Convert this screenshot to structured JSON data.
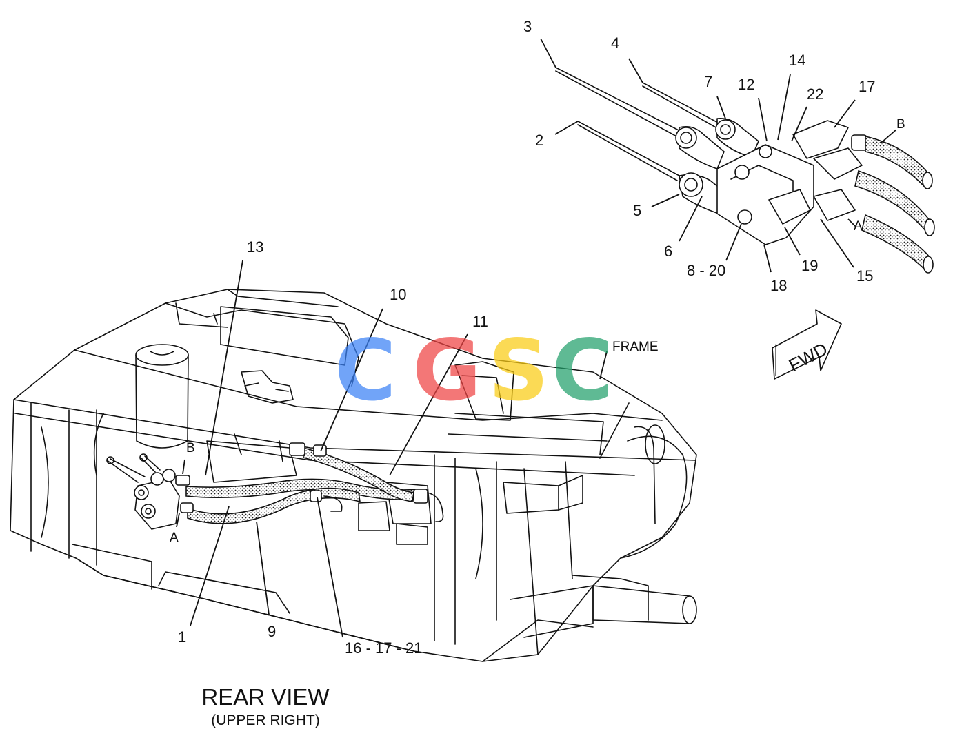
{
  "callouts": {
    "c1": "1",
    "c2": "2",
    "c3": "3",
    "c4": "4",
    "c5": "5",
    "c6": "6",
    "c7": "7",
    "c8_20": "8 - 20",
    "c9": "9",
    "c10": "10",
    "c11": "11",
    "c12": "12",
    "c13": "13",
    "c14": "14",
    "c15": "15",
    "c16_17_21": "16 - 17 - 21",
    "c17": "17",
    "c18": "18",
    "c19": "19",
    "c22": "22"
  },
  "port_labels": {
    "a_detail": "A",
    "b_detail": "B",
    "a_main": "A",
    "b_main": "B"
  },
  "frame_label": "FRAME",
  "fwd_arrow": {
    "text": "FWD",
    "icon": "forward-arrow-icon"
  },
  "view_title": "REAR VIEW",
  "view_subtitle": "(UPPER RIGHT)",
  "watermark": {
    "letters": [
      "C",
      "G",
      "S",
      "C"
    ],
    "colors": [
      "#3b82f6",
      "#ef4444",
      "#facc15",
      "#22a06b"
    ]
  }
}
